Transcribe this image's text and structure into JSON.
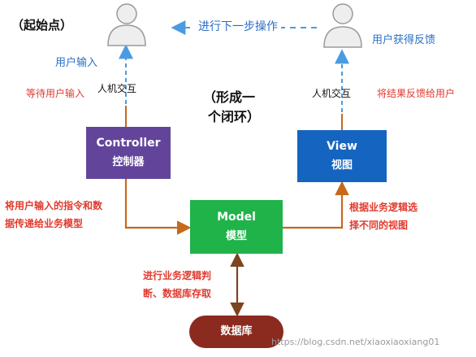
{
  "colors": {
    "controller": "#62459b",
    "model": "#1fb34a",
    "view": "#1565c0",
    "database": "#8b2a1f",
    "flow_arrow": "#c7681a",
    "dashed_arrow": "#4a9be0",
    "db_arrow": "#7a4520",
    "person": "#eeeeee",
    "red_text": "#e03a2e",
    "blue_text": "#2a6fc6"
  },
  "start_label": "（起始点）",
  "top_action": "进行下一步操作",
  "user_input": "用户输入",
  "waiting_input": "等待用户输入",
  "interaction_left": "人机交互",
  "loop_line1": "（形成一",
  "loop_line2": "个闭环）",
  "user_feedback": "用户获得反馈",
  "interaction_right": "人机交互",
  "feedback_to_user": "将结果反馈给用户",
  "controller": {
    "title": "Controller",
    "subtitle": "控制器"
  },
  "view": {
    "title": "View",
    "subtitle": "视图"
  },
  "model": {
    "title": "Model",
    "subtitle": "模型"
  },
  "database": {
    "label": "数据库"
  },
  "controller_to_model": {
    "line1": "将用户输入的指令和数",
    "line2": "据传递给业务模型"
  },
  "model_to_view": {
    "line1": "根据业务逻辑选",
    "line2": "择不同的视图"
  },
  "model_to_db": {
    "line1": "进行业务逻辑判",
    "line2": "断、数据库存取"
  },
  "watermark": "https://blog.csdn.net/xiaoxiaoxiang01"
}
